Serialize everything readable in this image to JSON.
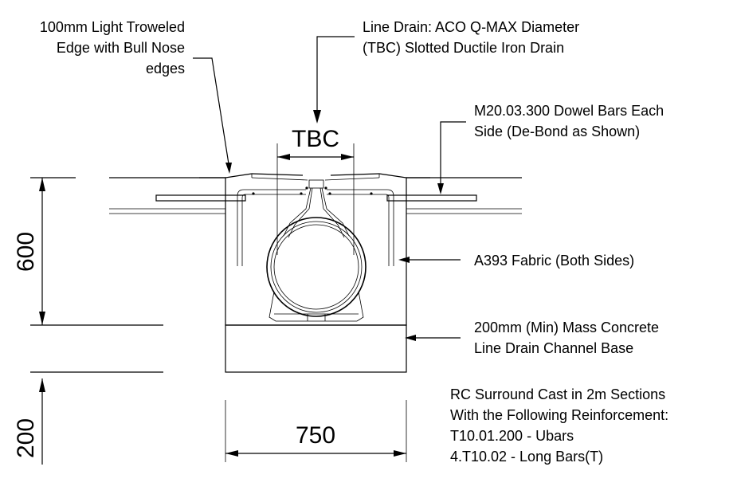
{
  "annotations": {
    "edge": [
      "100mm Light Troweled",
      "Edge with Bull Nose",
      "edges"
    ],
    "drain": [
      "Line Drain: ACO Q-MAX Diameter",
      "(TBC)  Slotted Ductile Iron Drain"
    ],
    "dowel": [
      "M20.03.300 Dowel Bars Each",
      "Side (De-Bond as Shown)"
    ],
    "fabric": "A393 Fabric (Both Sides)",
    "base": [
      "200mm (Min) Mass Concrete",
      "Line Drain Channel Base"
    ],
    "surround": [
      "RC Surround Cast in 2m Sections",
      "With the Following Reinforcement:",
      "T10.01.200 - Ubars",
      "4.T10.02 - Long Bars(T)"
    ]
  },
  "dimensions": {
    "width_top": "TBC",
    "height_main": "600",
    "height_base": "200",
    "width_bottom": "750"
  }
}
